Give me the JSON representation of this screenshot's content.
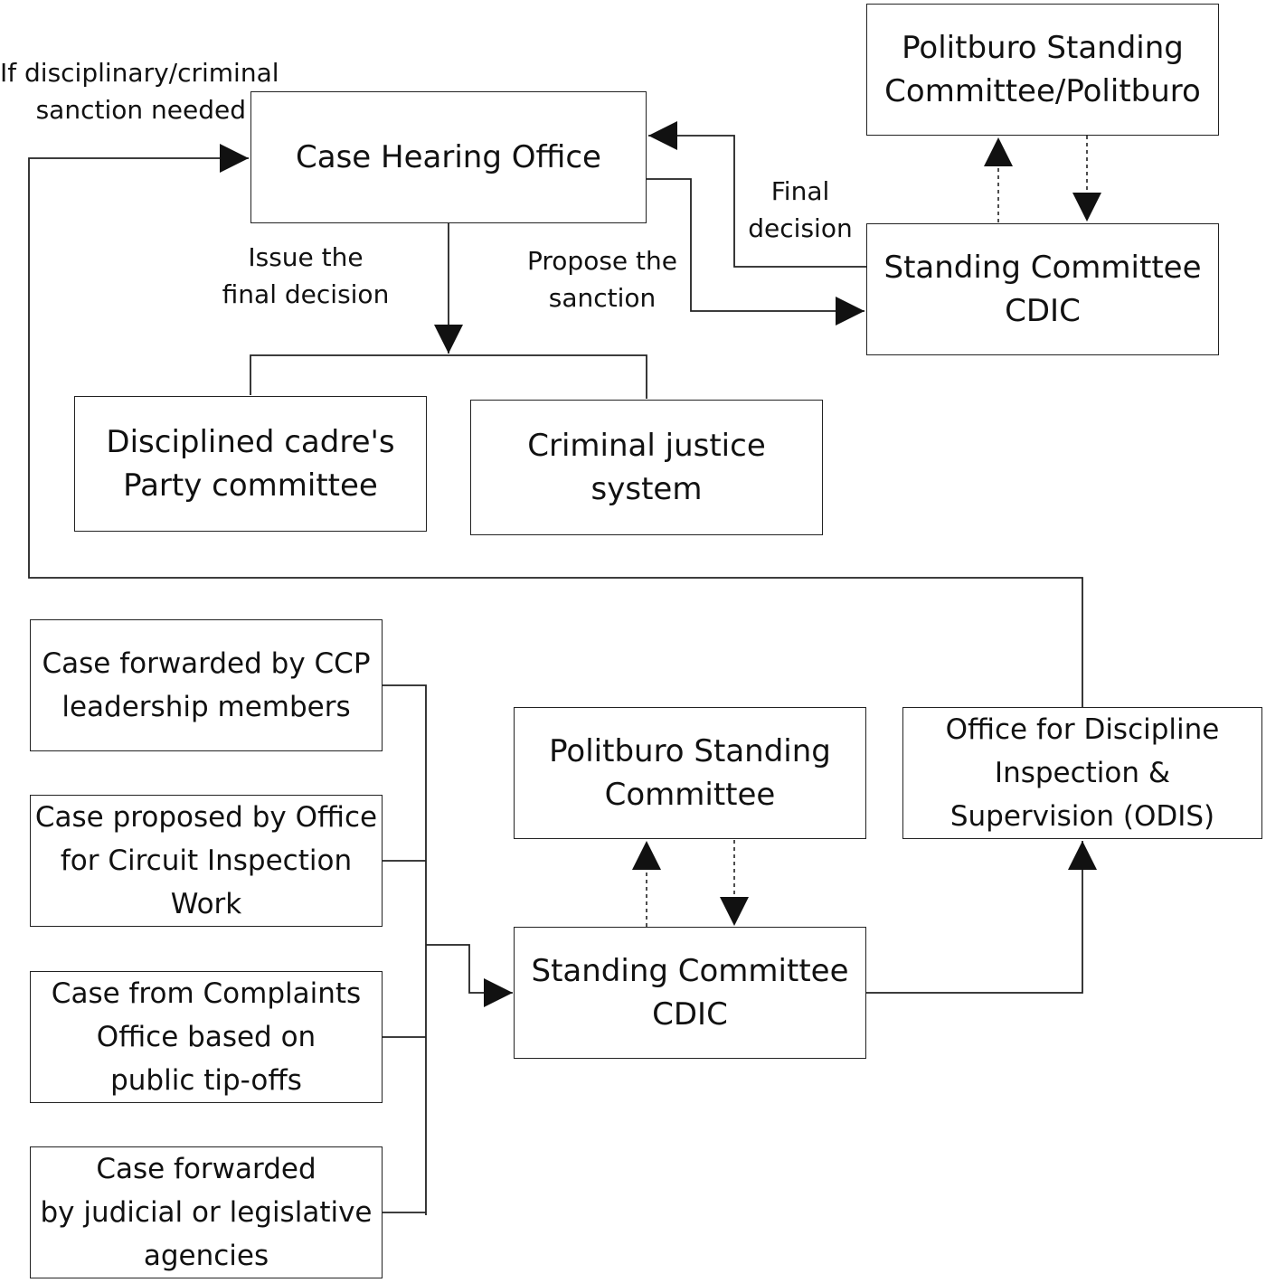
{
  "boxes": {
    "case_hearing_office": [
      "Case Hearing Office"
    ],
    "psc_politburo_top": [
      "Politburo Standing",
      "Committee/Politburo"
    ],
    "standing_cdic_top": [
      "Standing Committee",
      "CDIC"
    ],
    "disciplined_cadre": [
      "Disciplined cadre's",
      "Party committee"
    ],
    "criminal_justice": [
      "Criminal justice",
      "system"
    ],
    "case_ccp_leaders": [
      "Case forwarded by CCP",
      "leadership members"
    ],
    "case_circuit": [
      "Case proposed by Office",
      "for Circuit Inspection",
      "Work"
    ],
    "case_complaints": [
      "Case from Complaints",
      "Office based on",
      "public tip-offs"
    ],
    "case_judicial": [
      "Case forwarded",
      "by judicial or legislative",
      "agencies"
    ],
    "psc_bottom": [
      "Politburo Standing",
      "Committee"
    ],
    "standing_cdic_bottom": [
      "Standing Committee",
      "CDIC"
    ],
    "odis": [
      "Office for Discipline",
      "Inspection &",
      "Supervision (ODIS)"
    ]
  },
  "labels": {
    "sanction_needed": [
      "If disciplinary/criminal",
      "sanction needed"
    ],
    "issue_final": [
      "Issue the",
      "final decision"
    ],
    "propose_sanction": [
      "Propose the",
      "sanction"
    ],
    "final_decision": [
      "Final",
      "decision"
    ]
  }
}
